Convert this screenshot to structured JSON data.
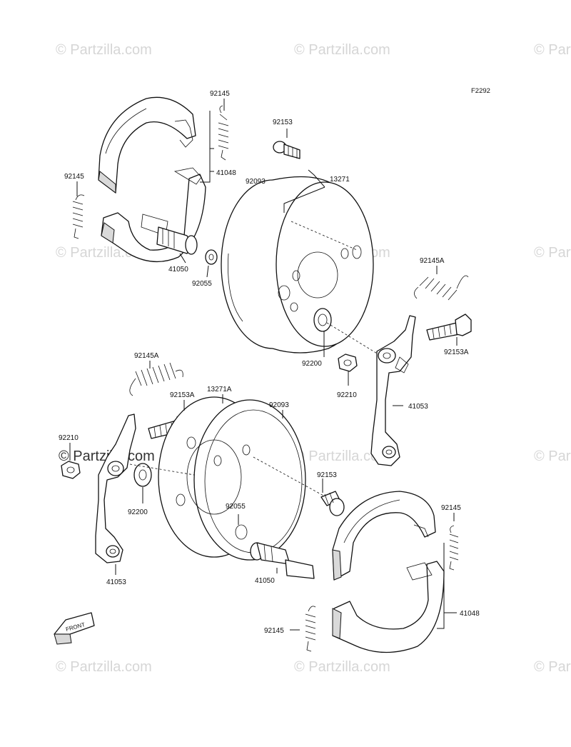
{
  "figure_id": "F2292",
  "watermark": "© Partzilla.com",
  "front_arrow_label": "FRONT",
  "labels": {
    "l92145_top": "92145",
    "l92145_left": "92145",
    "l41048_top": "41048",
    "l41050_top": "41050",
    "l92055_top": "92055",
    "l92153_top": "92153",
    "l92093_top": "92093",
    "l13271": "13271",
    "l92145A_right": "92145A",
    "l92153A_right": "92153A",
    "l92200_top": "92200",
    "l92210_right": "92210",
    "l41053_right": "41053",
    "l92145A_left": "92145A",
    "l13271A": "13271A",
    "l92093_bottom": "92093",
    "l92153A_left": "92153A",
    "l92210_left": "92210",
    "l92153_bottom": "92153",
    "l92200_bottom": "92200",
    "l92055_bottom": "92055",
    "l41053_left": "41053",
    "l41050_bottom": "41050",
    "l92145_right": "92145",
    "l41048_bottom": "41048",
    "l92145_bottom": "92145"
  }
}
